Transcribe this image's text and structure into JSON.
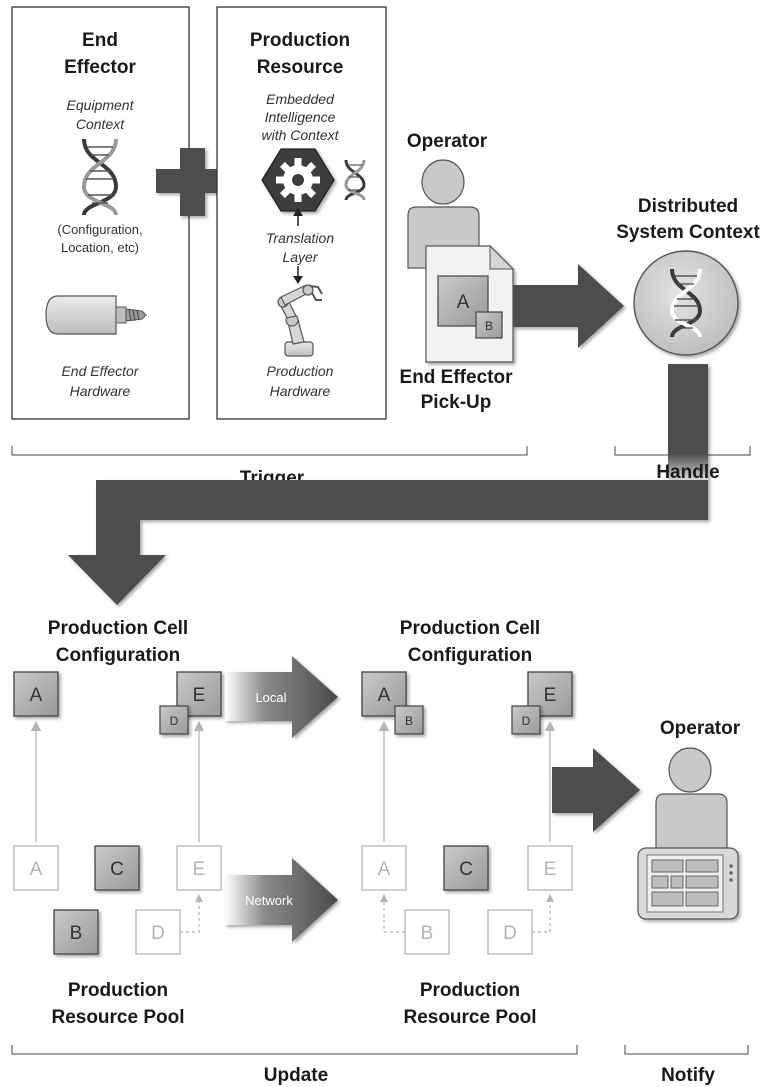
{
  "top": {
    "end_effector": {
      "title_line1": "End",
      "title_line2": "Effector",
      "context_line1": "Equipment",
      "context_line2": "Context",
      "config_line1": "(Configuration,",
      "config_line2": "Location, etc)",
      "hardware_line1": "End Effector",
      "hardware_line2": "Hardware"
    },
    "production_resource": {
      "title_line1": "Production",
      "title_line2": "Resource",
      "intel_line1": "Embedded",
      "intel_line2": "Intelligence",
      "intel_line3": "with Context",
      "translation_line1": "Translation",
      "translation_line2": "Layer",
      "hardware_line1": "Production",
      "hardware_line2": "Hardware"
    },
    "operator": {
      "label": "Operator",
      "doc_big": "A",
      "doc_small": "B",
      "pickup_line1": "End Effector",
      "pickup_line2": "Pick-Up"
    },
    "distributed": {
      "line1": "Distributed",
      "line2": "System Context"
    },
    "trigger_label": "Trigger",
    "handle_label": "Handle"
  },
  "bottom": {
    "left_config_line1": "Production Cell",
    "left_config_line2": "Configuration",
    "right_config_line1": "Production Cell",
    "right_config_line2": "Configuration",
    "left_pool_line1": "Production",
    "left_pool_line2": "Resource Pool",
    "right_pool_line1": "Production",
    "right_pool_line2": "Resource Pool",
    "local_label": "Local",
    "network_label": "Network",
    "operator_label": "Operator",
    "update_label": "Update",
    "notify_label": "Notify",
    "boxes": {
      "A": "A",
      "B": "B",
      "C": "C",
      "D": "D",
      "E": "E"
    }
  }
}
